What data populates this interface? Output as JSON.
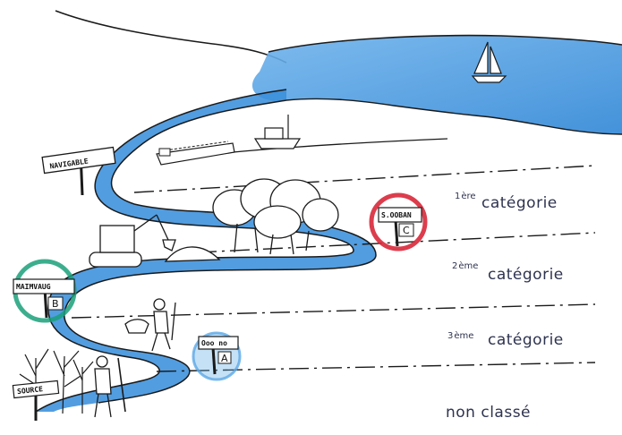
{
  "categories": [
    {
      "prefix": "1",
      "sup": "ère",
      "word": "catégorie"
    },
    {
      "prefix": "2",
      "sup": "ème",
      "word": "catégorie"
    },
    {
      "prefix": "3",
      "sup": "ème",
      "word": "catégorie"
    },
    {
      "label": "non classé"
    }
  ],
  "signs": {
    "navigable": "NAVIGABLE",
    "sign_c_name": "S.OOBAN",
    "sign_c_letter": "C",
    "sign_b_name": "MAIMVAUG",
    "sign_b_letter": "B",
    "sign_a_name": "Ooo no",
    "sign_a_letter": "A",
    "source": "SOURCE"
  },
  "colors": {
    "water": "#3a8fdc",
    "water_light": "#8cc4f0",
    "ring_c": "#d8283a",
    "ring_b": "#1aa07a",
    "ring_a": "#5aa8e6",
    "ink": "#1a1a1a"
  }
}
